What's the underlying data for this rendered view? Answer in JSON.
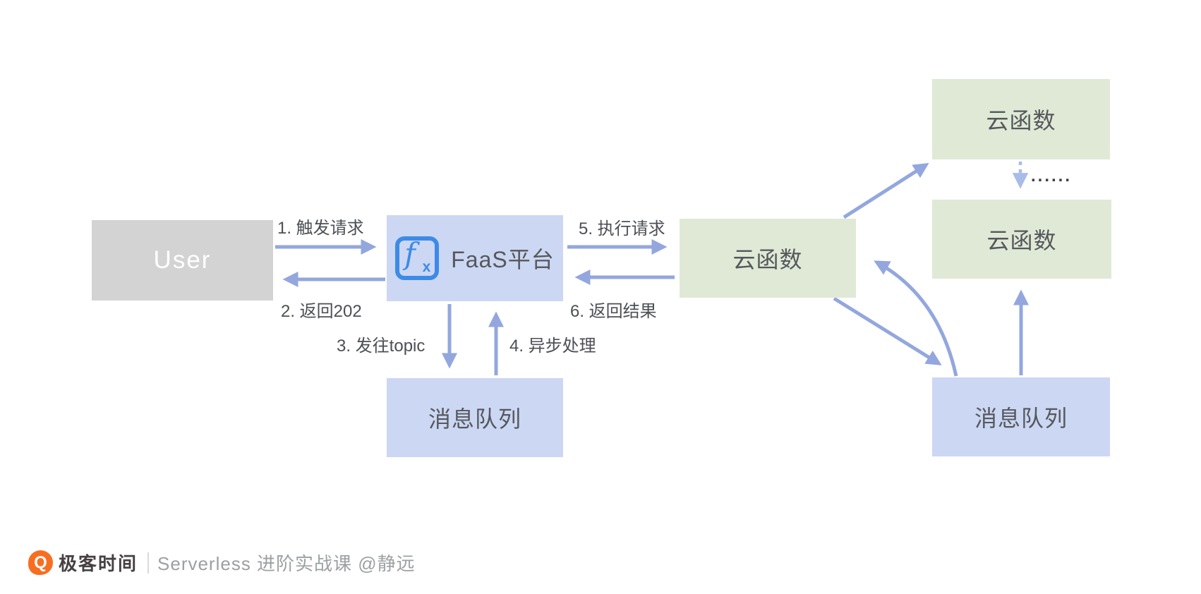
{
  "diagram": {
    "nodes": {
      "user": "User",
      "faas": "FaaS平台",
      "mq_left": "消息队列",
      "fn_mid": "云函数",
      "fn_top": "云函数",
      "fn_right": "云函数",
      "mq_right": "消息队列"
    },
    "icons": {
      "faas_f": "f",
      "faas_x": "x"
    },
    "steps": {
      "step1": "1. 触发请求",
      "step2": "2. 返回202",
      "step3": "3. 发往topic",
      "step4": "4. 异步处理",
      "step5": "5. 执行请求",
      "step6": "6. 返回结果",
      "ellipsis": "......"
    },
    "colors": {
      "queue_fill": "#ccd7f3",
      "function_fill": "#e0e9d6",
      "user_fill": "#d3d3d3",
      "arrow": "#93a7de",
      "arrow_dotted": "#a9bce8",
      "fx_icon_blue": "#3d8be6",
      "text": "#55585c"
    }
  },
  "footer": {
    "logo_glyph": "Q",
    "brand": "极客时间",
    "divider": "|",
    "course": "Serverless 进阶实战课 @静远"
  }
}
